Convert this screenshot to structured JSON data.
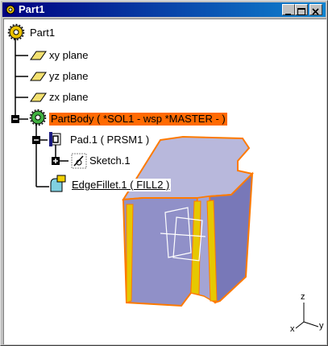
{
  "window": {
    "title": "Part1"
  },
  "tree": {
    "root": "Part1",
    "planes": [
      "xy plane",
      "yz plane",
      "zx plane"
    ],
    "body": "PartBody ( *SOL1 - wsp *MASTER - )",
    "pad": "Pad.1 ( PRSM1 )",
    "sketch": "Sketch.1",
    "fillet": "EdgeFillet.1 ( FILL2 )"
  },
  "axes": {
    "x": "x",
    "y": "y",
    "z": "z"
  },
  "colors": {
    "selection": "#ff6a00",
    "part_top": "#b8b8dc",
    "part_side": "#8f8fc6",
    "fillet": "#e6c800",
    "edge": "#ff7a00"
  }
}
